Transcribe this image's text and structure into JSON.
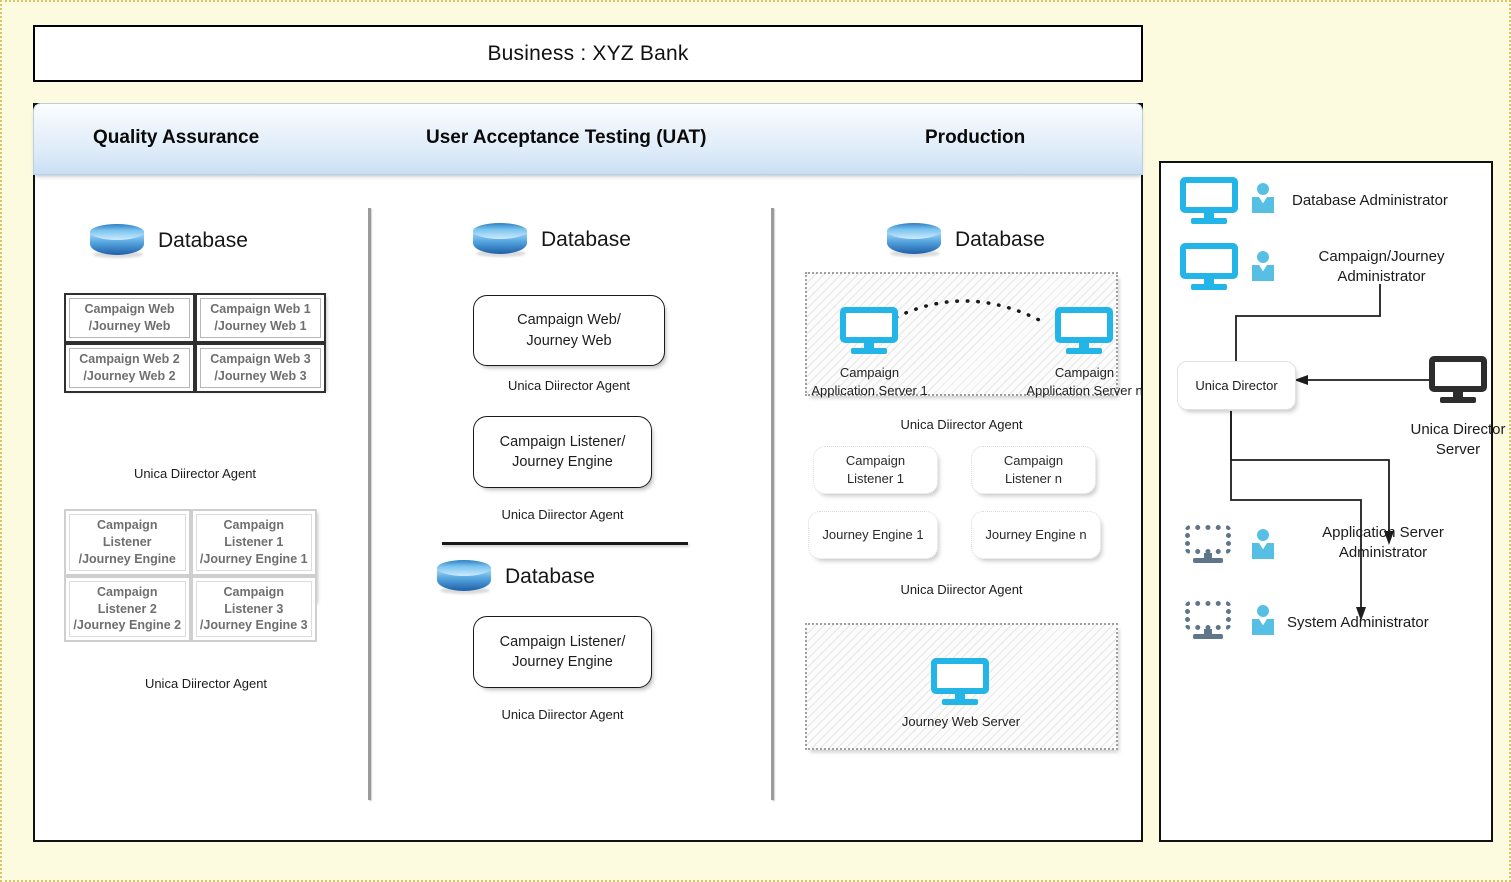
{
  "page": {
    "background_color": "#fcfbe0",
    "border_color": "#d8c56a"
  },
  "business": {
    "title": "Business : XYZ Bank"
  },
  "environments": {
    "tabs": [
      {
        "label": "Quality Assurance"
      },
      {
        "label": "User Acceptance Testing (UAT)"
      },
      {
        "label": "Production"
      }
    ],
    "qa": {
      "database_label": "Database",
      "web_tier": {
        "cells": [
          "Campaign Web\n/Journey Web",
          "Campaign Web 1\n/Journey Web 1",
          "Campaign Web 2\n/Journey Web 2",
          "Campaign Web 3\n/Journey Web 3"
        ],
        "agent_caption": "Unica Diirector Agent"
      },
      "listener_tier": {
        "cells": [
          "Campaign Listener\n/Journey Engine",
          "Campaign Listener 1\n/Journey Engine 1",
          "Campaign Listener 2\n/Journey Engine 2",
          "Campaign Listener 3\n/Journey Engine 3"
        ],
        "agent_caption": "Unica Diirector Agent"
      }
    },
    "uat": {
      "database_label_top": "Database",
      "web_box": "Campaign Web/\nJourney Web",
      "web_agent_caption": "Unica Diirector Agent",
      "listener_box": "Campaign Listener/\nJourney Engine",
      "listener_agent_caption": "Unica Diirector Agent",
      "database_label_bottom": "Database",
      "listener_box_2": "Campaign Listener/\nJourney Engine",
      "listener_agent_caption_2": "Unica Diirector Agent"
    },
    "production": {
      "database_label": "Database",
      "app_servers": [
        "Campaign\nApplication Server 1",
        "Campaign\nApplication Server n"
      ],
      "app_agent_caption": "Unica Diirector Agent",
      "listeners": [
        "Campaign\nListener 1",
        "Campaign\nListener n"
      ],
      "engines": [
        "Journey Engine 1",
        "Journey Engine n"
      ],
      "listener_agent_caption": "Unica Diirector Agent",
      "journey_web_server": "Journey Web Server"
    }
  },
  "admins": {
    "roles": [
      {
        "label": "Database Administrator",
        "icon": "monitor-icon",
        "person_icon": "person-icon"
      },
      {
        "label": "Campaign/Journey\nAdministrator",
        "icon": "monitor-icon",
        "person_icon": "person-icon"
      },
      {
        "label": "Application Server\nAdministrator",
        "icon": "monitor-icon",
        "person_icon": "person-icon"
      },
      {
        "label": "System Administrator",
        "icon": "monitor-icon",
        "person_icon": "person-icon"
      }
    ],
    "unica_director_box": "Unica Director",
    "unica_director_server": "Unica Director\nServer"
  },
  "colors": {
    "accent_cyan": "#23b5e8",
    "person_blue": "#58bfe4",
    "dark_monitor": "#2d2d2d",
    "slate_monitor": "#5f7589",
    "tab_gradient_start": "#fdfefe",
    "tab_gradient_end": "#c9def4",
    "db_blue": "#1e5fa8"
  },
  "icons": {
    "database": "database-icon",
    "monitor": "monitor-icon",
    "person": "person-icon"
  }
}
